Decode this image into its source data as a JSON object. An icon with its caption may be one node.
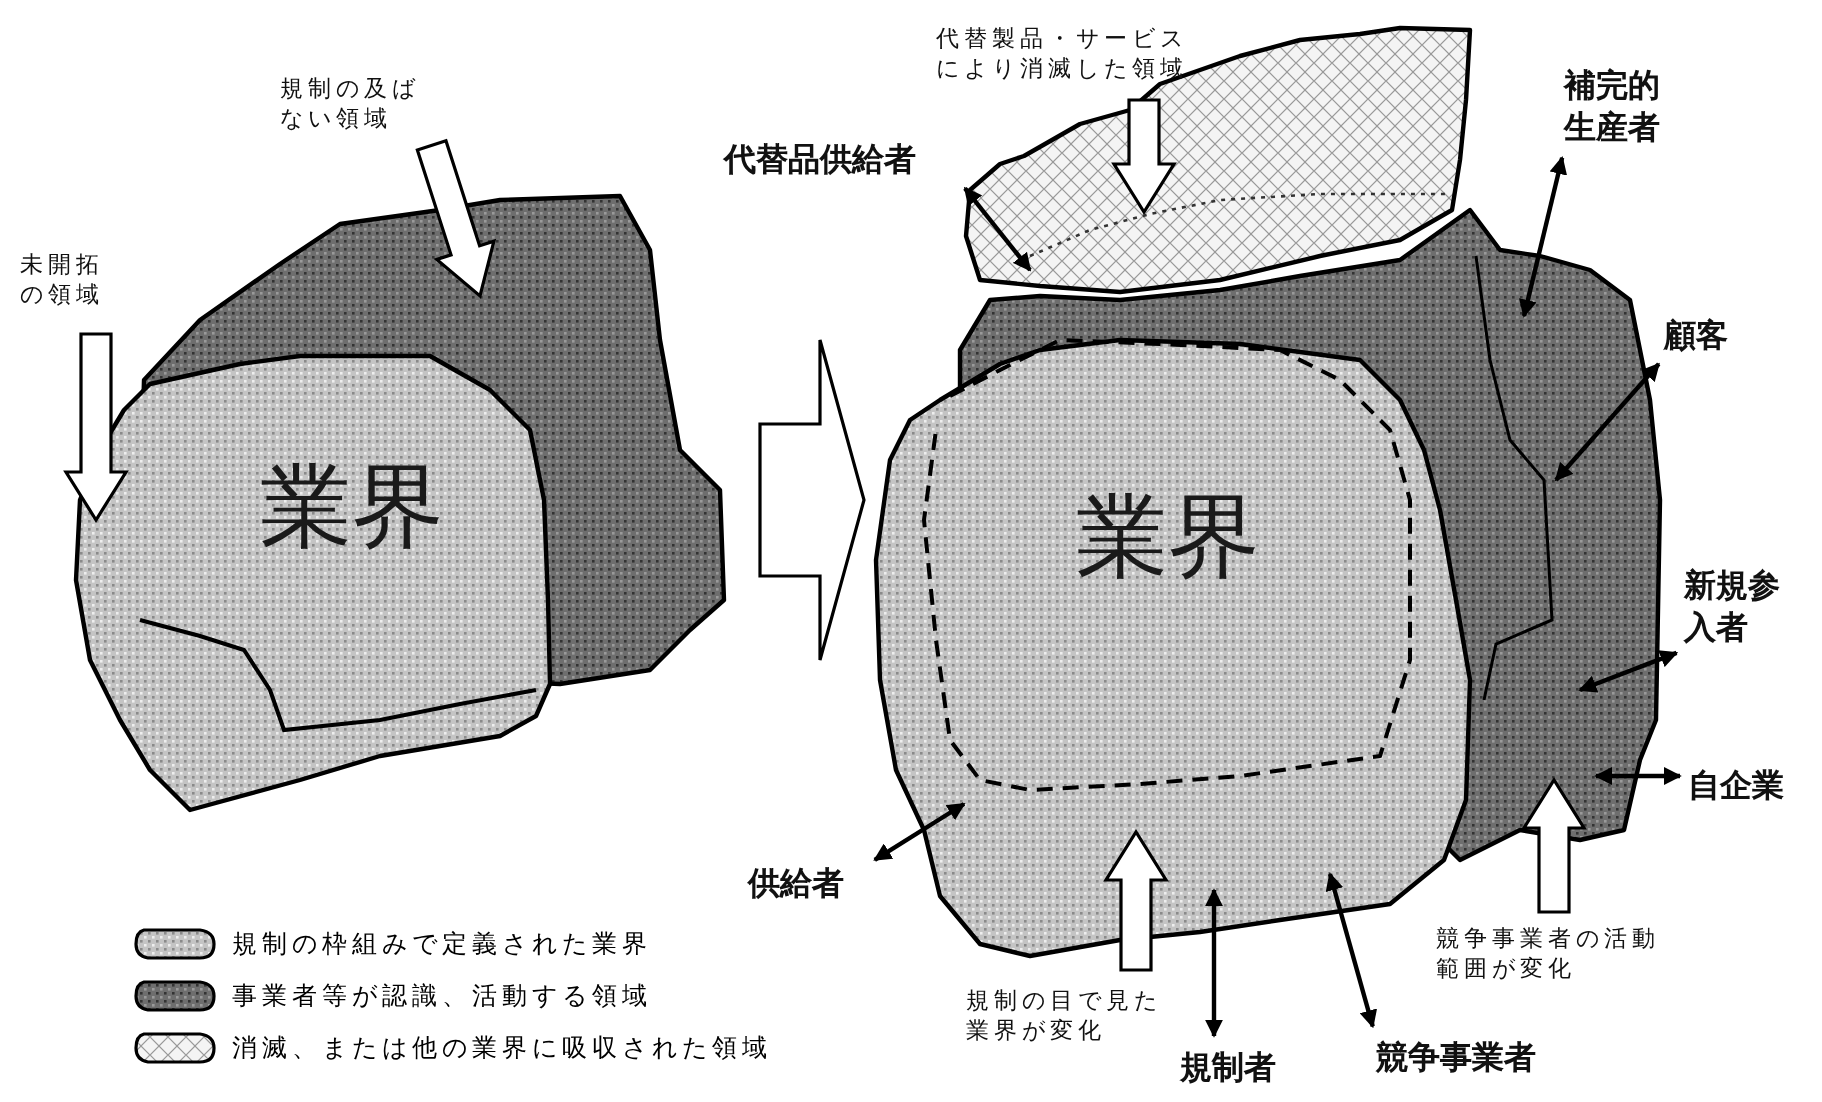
{
  "diagram": {
    "nodes": [
      {
        "text": [
          "規制の及ばない領域"
        ]
      },
      {
        "text": [
          "未開拓の領域"
        ]
      },
      {
        "text": [],
        "shape": "blob"
      },
      {
        "text": [
          "業界"
        ]
      },
      {
        "text": [
          "代替製品・サービスにより消滅した領域"
        ]
      },
      {
        "text": [
          "代替品供給者"
        ]
      },
      {
        "text": [
          "補完的生産者"
        ]
      },
      {
        "text": [],
        "shape": "blob"
      },
      {
        "text": [],
        "shape": "blob"
      },
      {
        "text": [
          "業界"
        ]
      },
      {
        "text": [
          "顧客"
        ]
      },
      {
        "text": [
          "新規参入者"
        ]
      },
      {
        "text": [
          "自企業"
        ]
      },
      {
        "text": [
          "供給者"
        ]
      },
      {
        "text": [
          "競争事業者の活動範囲が変化"
        ]
      },
      {
        "text": [
          "規制の目で見た業界が変化"
        ]
      },
      {
        "text": [
          "規制者"
        ]
      },
      {
        "text": [
          "競争事業者"
        ]
      }
    ],
    "edges": [
      {
        "from": 0,
        "to": 2,
        "arrow": "to",
        "style": "thick"
      },
      {
        "from": 1,
        "to": 3,
        "arrow": "to",
        "style": "thick"
      },
      {
        "from": 2,
        "to": 9,
        "arrow": "to",
        "style": "thick"
      },
      {
        "from": 4,
        "to": 7,
        "arrow": "to",
        "style": "thick"
      },
      {
        "from": 5,
        "to": 7,
        "arrow": "both"
      },
      {
        "from": 6,
        "to": 8,
        "arrow": "both"
      },
      {
        "from": 10,
        "to": 8,
        "arrow": "both"
      },
      {
        "from": 11,
        "to": 8,
        "arrow": "both"
      },
      {
        "from": 12,
        "to": 8,
        "arrow": "both"
      },
      {
        "from": 13,
        "to": 9,
        "arrow": "both"
      },
      {
        "from": 14,
        "to": 8,
        "arrow": "to",
        "style": "thick"
      },
      {
        "from": 15,
        "to": 9,
        "arrow": "to",
        "style": "thick"
      },
      {
        "from": 16,
        "to": 9,
        "arrow": "both"
      },
      {
        "from": 17,
        "to": 9,
        "arrow": "both"
      }
    ],
    "legend": [
      {
        "text": "規制の枠組みで定義された業界",
        "color": "#c4c4c4"
      },
      {
        "text": "事業者等が認識、活動する領域",
        "color": "#6e6e6e"
      },
      {
        "text": "消滅、または他の業界に吸収された領域",
        "color": "#f4f4f4"
      }
    ]
  }
}
